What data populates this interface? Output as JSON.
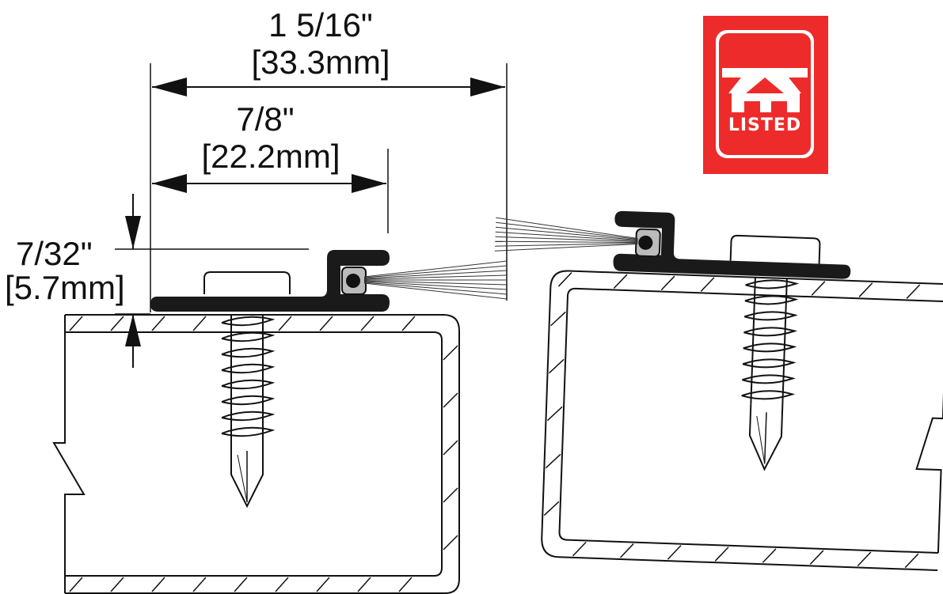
{
  "dimensions": {
    "overall_width": {
      "fraction": "1 5/16\"",
      "metric": "[33.3mm]"
    },
    "face_width": {
      "fraction": "7/8\"",
      "metric": "[22.2mm]"
    },
    "height": {
      "fraction": "7/32\"",
      "metric": "[5.7mm]"
    }
  },
  "logo": {
    "label": "LISTED"
  },
  "colors": {
    "ink": "#111111",
    "logo_red": "#ee2b2b",
    "sweep": "#1a1a1a",
    "metal": "#bbbbbb"
  }
}
